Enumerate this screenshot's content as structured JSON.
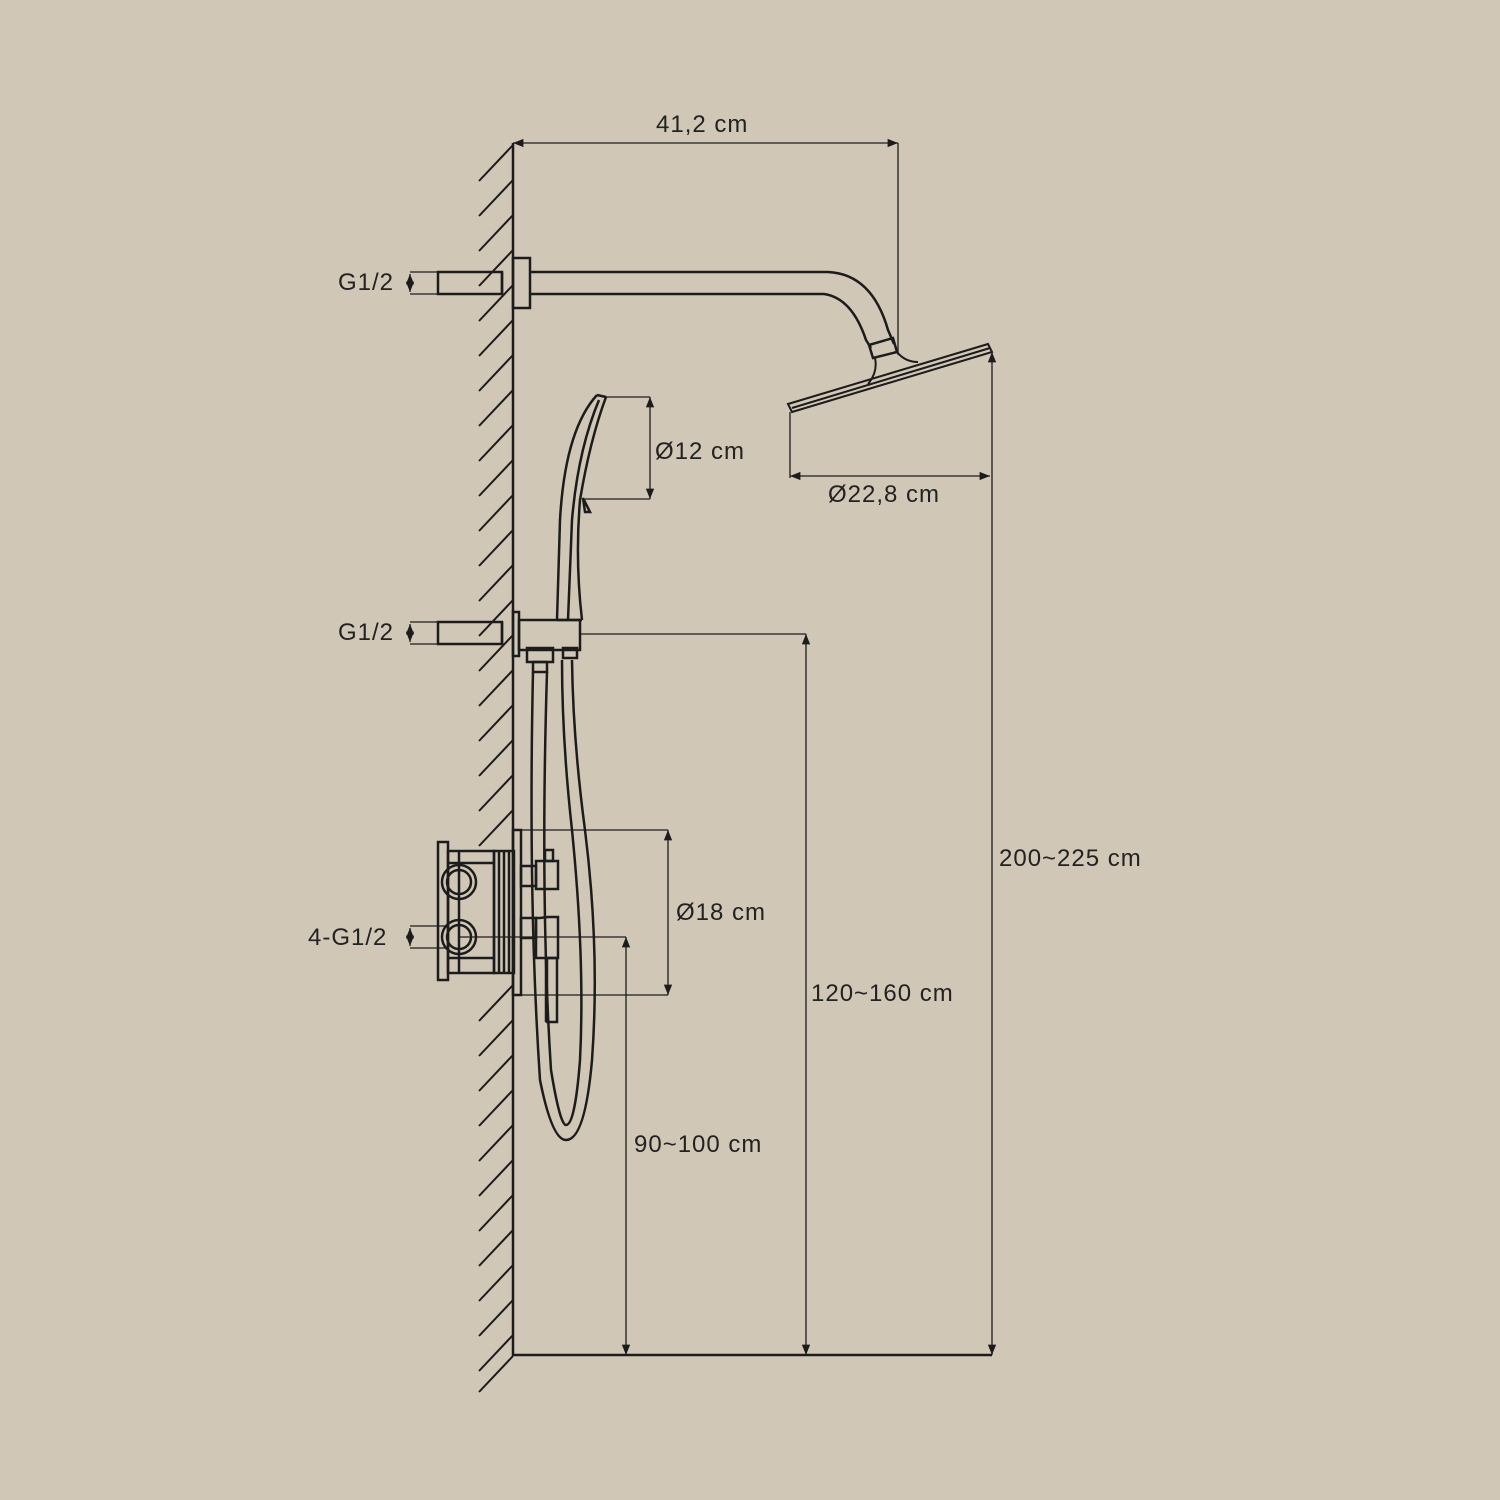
{
  "diagram": {
    "type": "technical-dimension-drawing",
    "subject": "concealed shower system with rain head, hand shower and thermostatic mixer",
    "background_color": "#d1c7b6",
    "line_color": "#1c1c1c",
    "dimensions": {
      "arm_projection": "41,2 cm",
      "rain_head_diameter": "Ø22,8 cm",
      "hand_shower_diameter": "Ø12 cm",
      "mixer_plate_diameter": "Ø18 cm",
      "rain_head_height": "200~225 cm",
      "hand_outlet_height": "120~160 cm",
      "mixer_height": "90~100 cm"
    },
    "connections": {
      "top_arm": "G1/2",
      "wall_outlet": "G1/2",
      "mixer_box": "4-G1/2"
    }
  }
}
